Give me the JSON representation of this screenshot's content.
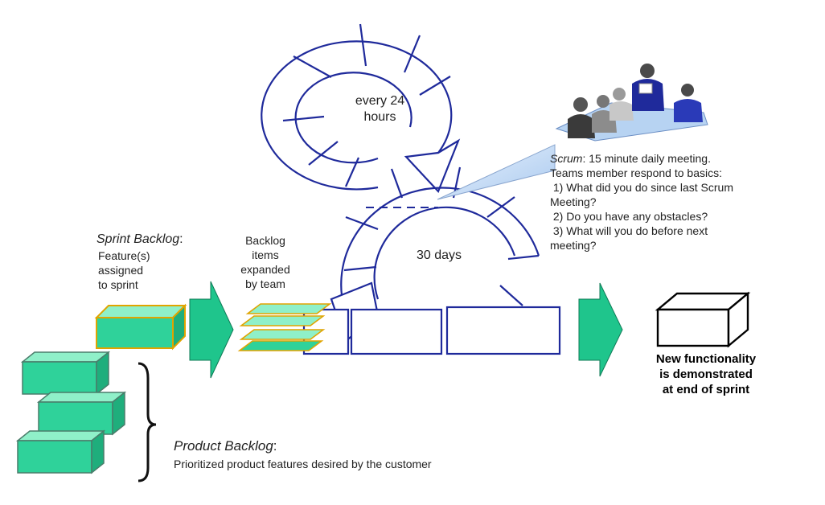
{
  "cycle": {
    "daily_label": "every 24\nhours",
    "sprint_label": "30 days"
  },
  "scrum_meeting": {
    "term": "Scrum",
    "lines": [
      ": 15 minute daily meeting.",
      "Teams member respond to basics:",
      " 1) What did you do since last Scrum",
      "Meeting?",
      " 2) Do you have any obstacles?",
      " 3) What will you do before next",
      "meeting?"
    ]
  },
  "sprint_backlog": {
    "title": "Sprint Backlog",
    "colon": ":",
    "desc": "Feature(s)\nassigned\nto sprint"
  },
  "expanded_items": {
    "text": "Backlog\nitems\nexpanded\nby team"
  },
  "product_backlog": {
    "title": "Product Backlog",
    "colon": ":",
    "desc": "Prioritized product features desired by the customer"
  },
  "result": {
    "text": "New functionality\nis demonstrated\nat end of sprint"
  },
  "colors": {
    "cycle_stroke": "#1f2a9b",
    "block_fill": "#2fd29a",
    "block_top": "#8ff0c9",
    "arrow_fill": "#1fc58c",
    "highlight_stroke": "#e0a400",
    "callout_fill": "#b7d3f2"
  }
}
